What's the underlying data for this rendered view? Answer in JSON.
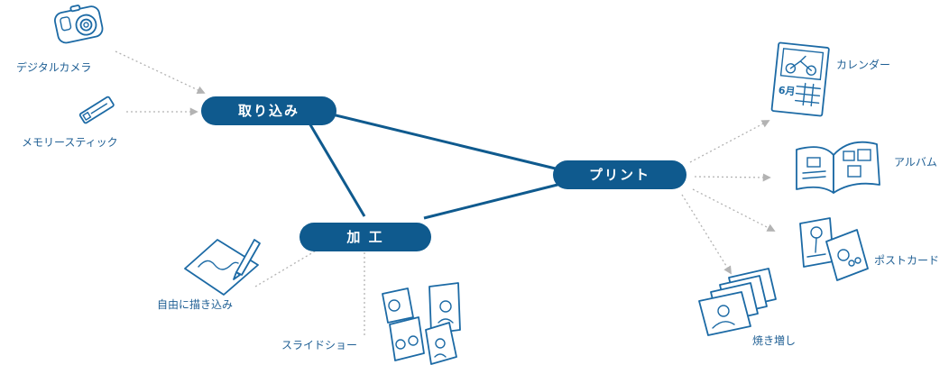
{
  "hubs": {
    "import": "取り込み",
    "edit": "加 工",
    "print": "プリント"
  },
  "inputs": {
    "camera": "デジタルカメラ",
    "memory_stick": "メモリースティック",
    "drawing": "自由に描き込み",
    "slideshow": "スライドショー"
  },
  "outputs": {
    "calendar": "カレンダー",
    "album": "アルバム",
    "postcard": "ポストカード",
    "reprint": "焼き増し"
  },
  "icons": [
    "camera-icon",
    "memory-stick-icon",
    "drawing-tablet-icon",
    "slideshow-icon",
    "calendar-icon",
    "album-icon",
    "postcard-icon",
    "photo-prints-icon"
  ],
  "colors": {
    "hub": "#0f5a8e",
    "link": "#0f5a8e",
    "label": "#1f5f94",
    "icon_stroke": "#1c6aa5",
    "arrow": "#b3b3b3"
  }
}
